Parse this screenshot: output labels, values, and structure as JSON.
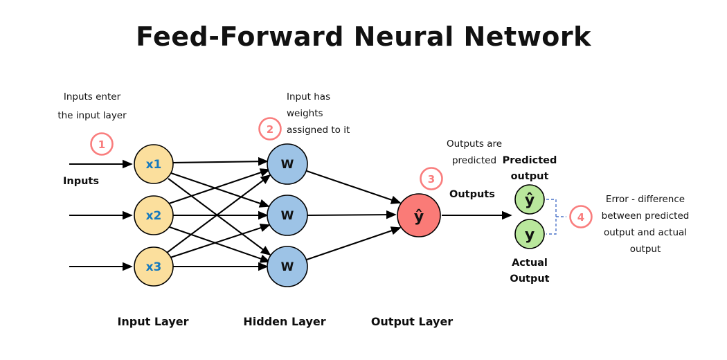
{
  "title": "Feed-Forward Neural Network",
  "colors": {
    "input_node_fill": "#fbdf9d",
    "hidden_node_fill": "#9dc3e6",
    "output_node_fill": "#fa7b77",
    "result_node_fill": "#b9e79c",
    "badge": "#f97d7d",
    "node_text_blue": "#1479be",
    "brace": "#4a73c8",
    "edge": "#000000",
    "background": "#ffffff"
  },
  "annotations": [
    {
      "id": "annot-1",
      "badge": "1",
      "lines": [
        "Inputs enter",
        "the input layer"
      ]
    },
    {
      "id": "annot-2",
      "badge": "2",
      "lines": [
        "Input has",
        "weights",
        "assigned to it"
      ]
    },
    {
      "id": "annot-3",
      "badge": "3",
      "lines": [
        "Outputs are",
        "predicted"
      ]
    },
    {
      "id": "annot-4",
      "badge": "4",
      "lines": [
        "Error - difference",
        "between predicted",
        "output and actual",
        "output"
      ]
    }
  ],
  "labels": {
    "inputs": "Inputs",
    "outputs": "Outputs",
    "predicted_output_line1": "Predicted",
    "predicted_output_line2": "output",
    "actual_output_line1": "Actual",
    "actual_output_line2": "Output"
  },
  "layers": [
    {
      "name": "input-layer",
      "caption": "Input Layer",
      "nodes": [
        {
          "label": "x1"
        },
        {
          "label": "x2"
        },
        {
          "label": "x3"
        }
      ]
    },
    {
      "name": "hidden-layer",
      "caption": "Hidden Layer",
      "nodes": [
        {
          "label": "W"
        },
        {
          "label": "W"
        },
        {
          "label": "W"
        }
      ]
    },
    {
      "name": "output-layer",
      "caption": "Output Layer",
      "nodes": [
        {
          "label": "ŷ"
        }
      ]
    }
  ],
  "result_nodes": [
    {
      "label": "ŷ",
      "role": "predicted-output"
    },
    {
      "label": "y",
      "role": "actual-output"
    }
  ]
}
